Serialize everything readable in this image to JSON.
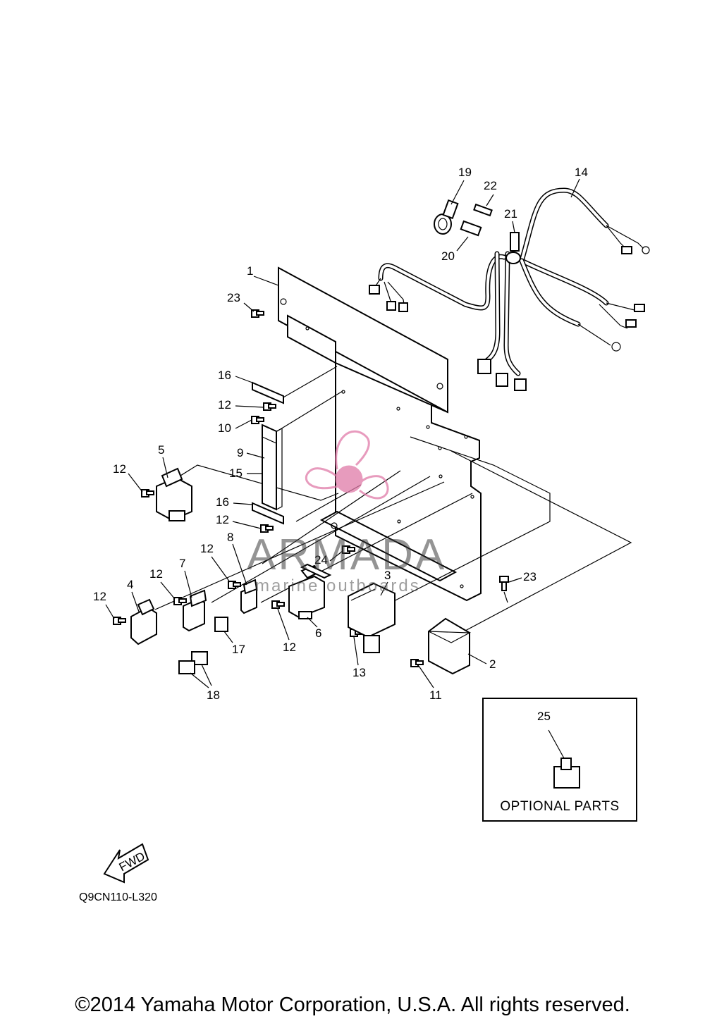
{
  "diagram": {
    "code": "Q9CN110-L320",
    "copyright": "©2014 Yamaha Motor Corporation, U.S.A. All rights reserved.",
    "optional_parts_label": "OPTIONAL PARTS",
    "fwd_label": "FWD"
  },
  "watermark": {
    "title": "ARMADA",
    "subtitle": "marine outboards",
    "color": "#e07aa8"
  },
  "callouts": {
    "c1": "1",
    "c2": "2",
    "c3": "3",
    "c4": "4",
    "c5": "5",
    "c6": "6",
    "c7": "7",
    "c8": "8",
    "c9": "9",
    "c10": "10",
    "c11": "11",
    "c12a": "12",
    "c12b": "12",
    "c12c": "12",
    "c12d": "12",
    "c12e": "12",
    "c12f": "12",
    "c12g": "12",
    "c13": "13",
    "c14": "14",
    "c15": "15",
    "c16a": "16",
    "c16b": "16",
    "c17": "17",
    "c18": "18",
    "c19": "19",
    "c20": "20",
    "c21": "21",
    "c22": "22",
    "c23a": "23",
    "c23b": "23",
    "c24": "24",
    "c25": "25"
  }
}
